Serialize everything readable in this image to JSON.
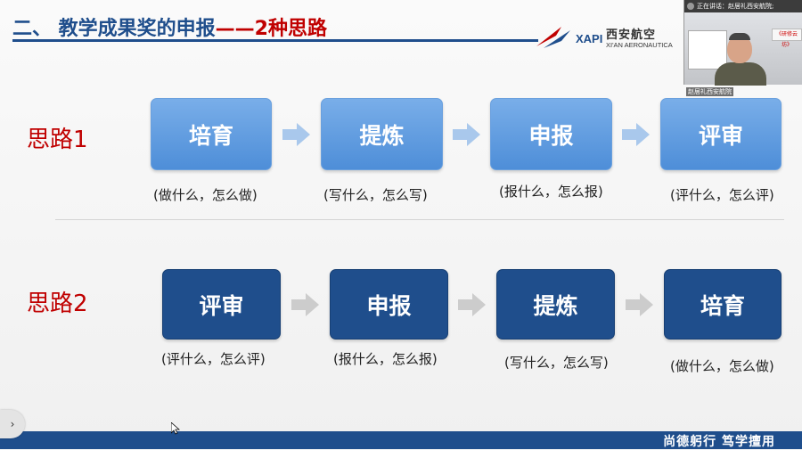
{
  "slide": {
    "title_main": "二、 教学成果奖的申报",
    "title_accent": "——2种思路"
  },
  "logo": {
    "abbr": "XAPI",
    "cn": "西安航空",
    "en": "XI'AN AERONAUTICA"
  },
  "video": {
    "status": "正在讲话：赵居礼西安航院;",
    "speaker_name": "赵居礼西安航院",
    "poster_text": "《研修云坊》"
  },
  "path1": {
    "label": "思路1",
    "steps": [
      {
        "name": "培育",
        "caption": "(做什么，怎么做)"
      },
      {
        "name": "提炼",
        "caption": "(写什么，怎么写)"
      },
      {
        "name": "申报",
        "caption": "(报什么，怎么报)"
      },
      {
        "name": "评审",
        "caption": "(评什么，怎么评)"
      }
    ]
  },
  "path2": {
    "label": "思路2",
    "steps": [
      {
        "name": "评审",
        "caption": "(评什么，怎么评)"
      },
      {
        "name": "申报",
        "caption": "(报什么，怎么报)"
      },
      {
        "name": "提炼",
        "caption": "(写什么，怎么写)"
      },
      {
        "name": "培育",
        "caption": "(做什么，怎么做)"
      }
    ]
  },
  "footer": {
    "motto": "尚德躬行  笃学擅用"
  },
  "colors": {
    "title_blue": "#1f4e8c",
    "accent_red": "#c00000",
    "box_light": "#5b97dc",
    "box_dark": "#1f4e8c"
  },
  "icons": {
    "side_toggle": "chevron-right-icon",
    "pointer": "mouse-cursor-icon"
  }
}
